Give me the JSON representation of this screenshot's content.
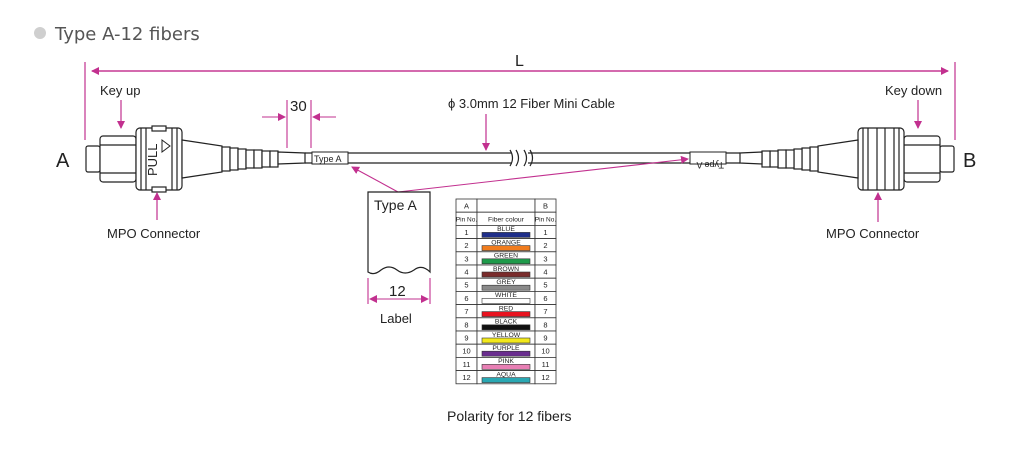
{
  "title": "Type A-12 fibers",
  "labels": {
    "length": "L",
    "end_a": "A",
    "end_b": "B",
    "key_up": "Key up",
    "key_down": "Key down",
    "pull": "PULL",
    "dim_30": "30",
    "cable": "ϕ 3.0mm 12 Fiber Mini Cable",
    "boot_label_left": "Type A",
    "boot_label_right": "Type A",
    "connector_left": "MPO Connector",
    "connector_right": "MPO Connector",
    "label_tag_text": "Type A",
    "label_dim": "12",
    "label_caption": "Label"
  },
  "table": {
    "header_a": "A",
    "header_b": "B",
    "col_pin_a": "Pin No.",
    "col_colour": "Fiber colour",
    "col_pin_b": "Pin No.",
    "rows": [
      {
        "a": "1",
        "colour": "BLUE",
        "b": "1",
        "hex": "#1f2f8a"
      },
      {
        "a": "2",
        "colour": "ORANGE",
        "b": "2",
        "hex": "#f07c1e"
      },
      {
        "a": "3",
        "colour": "GREEN",
        "b": "3",
        "hex": "#1e9a4a"
      },
      {
        "a": "4",
        "colour": "BROWN",
        "b": "4",
        "hex": "#7a2b2b"
      },
      {
        "a": "5",
        "colour": "GREY",
        "b": "5",
        "hex": "#8a8a8a"
      },
      {
        "a": "6",
        "colour": "WHITE",
        "b": "6",
        "hex": "#ffffff"
      },
      {
        "a": "7",
        "colour": "RED",
        "b": "7",
        "hex": "#e8121f"
      },
      {
        "a": "8",
        "colour": "BLACK",
        "b": "8",
        "hex": "#111111"
      },
      {
        "a": "9",
        "colour": "YELLOW",
        "b": "9",
        "hex": "#f2e81b"
      },
      {
        "a": "10",
        "colour": "PURPLE",
        "b": "10",
        "hex": "#6a2d8f"
      },
      {
        "a": "11",
        "colour": "PINK",
        "b": "11",
        "hex": "#e87fb4"
      },
      {
        "a": "12",
        "colour": "AQUA",
        "b": "12",
        "hex": "#2aa8b3"
      }
    ],
    "caption": "Polarity for 12 fibers"
  },
  "colors": {
    "accent": "#c2308f",
    "bullet": "#cfcfcf"
  }
}
